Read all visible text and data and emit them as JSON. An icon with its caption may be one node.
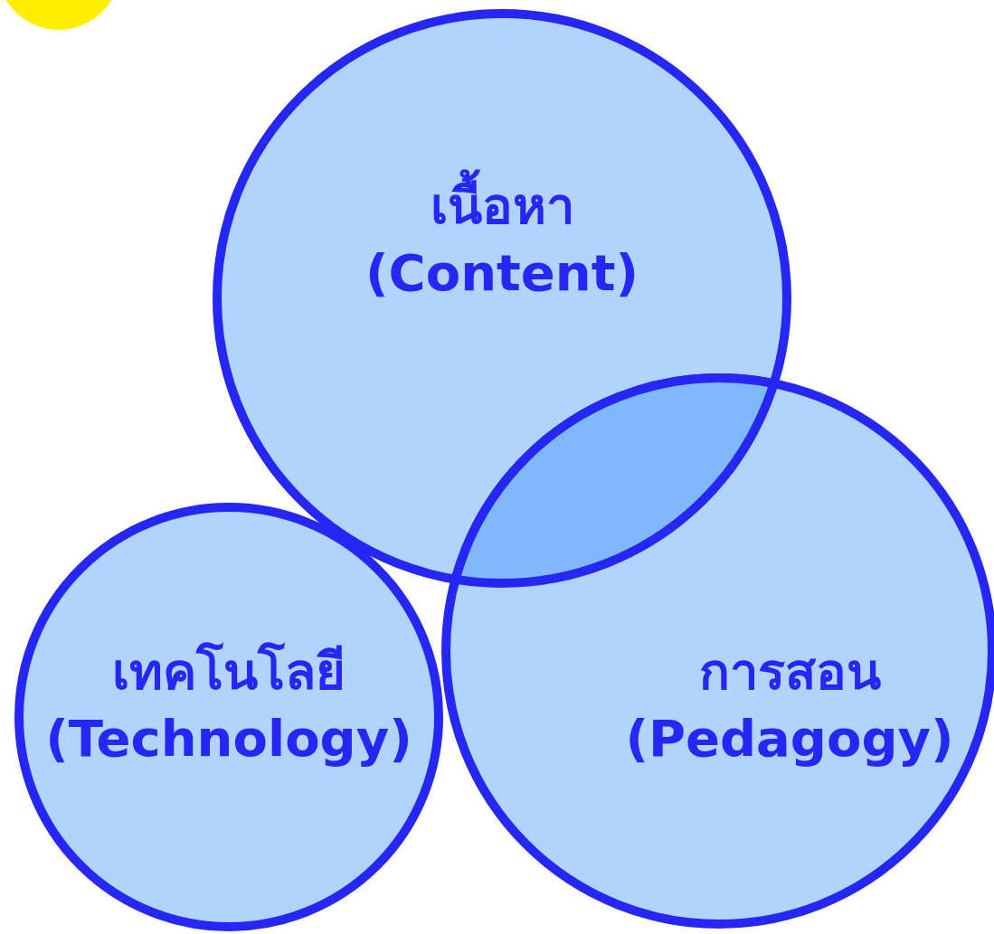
{
  "diagram": {
    "nodes": [
      {
        "text": [],
        "shape": "circle"
      },
      {
        "text": [
          "เนื้อหา (Content)"
        ]
      },
      {
        "text": [
          "เทคโนโลยี (Technology)"
        ]
      },
      {
        "text": [
          "การสอน (Pedagogy)"
        ]
      }
    ]
  }
}
